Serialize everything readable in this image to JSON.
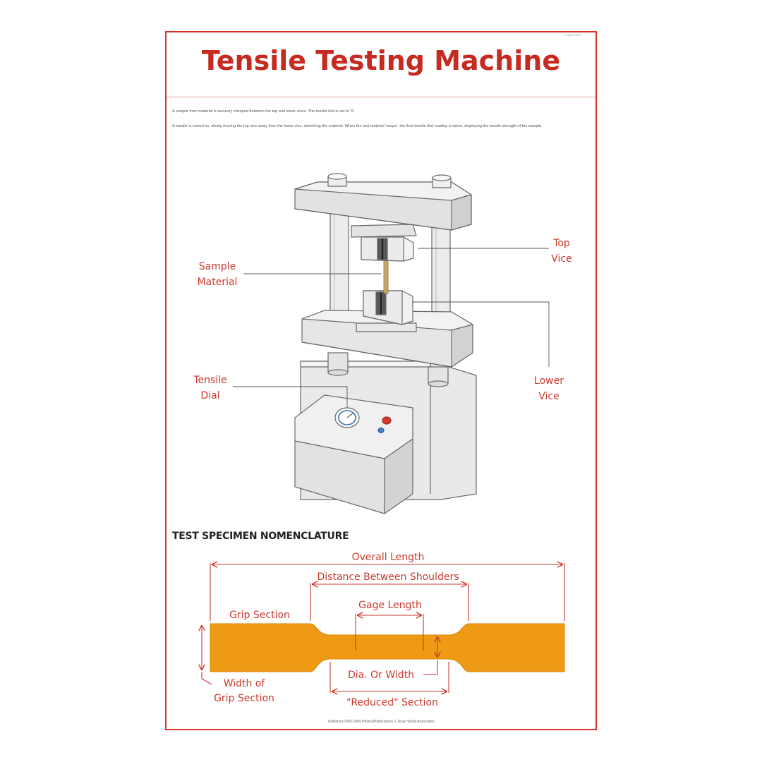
{
  "poster": {
    "title": "Tensile Testing Machine",
    "intro": [
      "A sample from material is securely clamped between the top and lower vices. The tensile dial is set to '0'.",
      "A handle is turned so, slowly moving the top vice away from the lower vice, stretching the material. When the test material 'snaps', the final tensile dial reading is taken, displaying the tensile strength of the sample."
    ],
    "footer": "Published 2003-2009 Photos/Publications V. Ryan World Associates",
    "corner_mark": "V.Ryan 2003"
  },
  "machine_labels": {
    "sample_material": [
      "Sample",
      "Material"
    ],
    "top_vice": [
      "Top",
      "Vice"
    ],
    "tensile_dial": [
      "Tensile",
      "Dial"
    ],
    "lower_vice": [
      "Lower",
      "Vice"
    ]
  },
  "specimen": {
    "section_title": "TEST SPECIMEN NOMENCLATURE",
    "overall_length": "Overall Length",
    "distance_between_shoulders": "Distance Between Shoulders",
    "gage_length": "Gage Length",
    "grip_section": "Grip Section",
    "dia_or_width": "Dia. Or Width",
    "width_of_grip_section": [
      "Width of",
      "Grip Section"
    ],
    "reduced_section": "\"Reduced\" Section"
  },
  "colors": {
    "border": "#d9342b",
    "title": "#c62a20",
    "label": "#c8392e",
    "specimen": "#ef9a14",
    "machine_fill": "#e4e4e4",
    "machine_stroke": "#6a6a6a"
  }
}
